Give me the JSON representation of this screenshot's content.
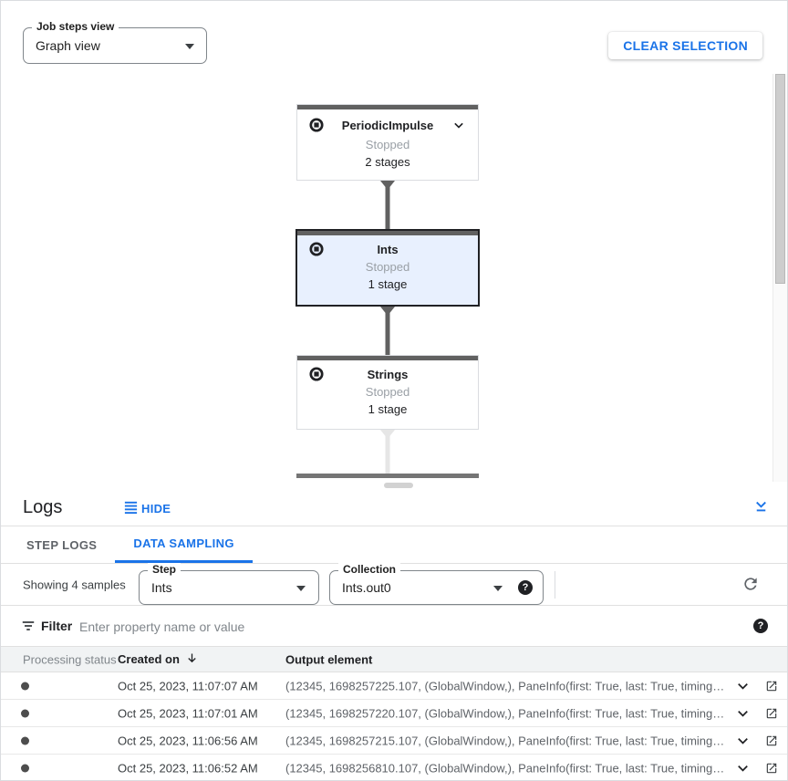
{
  "toolbar": {
    "job_steps_view": {
      "label": "Job steps view",
      "value": "Graph view"
    },
    "clear_selection_label": "CLEAR SELECTION"
  },
  "graph": {
    "nodes": [
      {
        "title": "PeriodicImpulse",
        "status": "Stopped",
        "stages": "2 stages",
        "selected": false,
        "expandable": true
      },
      {
        "title": "Ints",
        "status": "Stopped",
        "stages": "1 stage",
        "selected": true,
        "expandable": false
      },
      {
        "title": "Strings",
        "status": "Stopped",
        "stages": "1 stage",
        "selected": false,
        "expandable": false
      }
    ]
  },
  "logs": {
    "title": "Logs",
    "hide_label": "HIDE",
    "tabs": [
      {
        "label": "STEP LOGS",
        "active": false
      },
      {
        "label": "DATA SAMPLING",
        "active": true
      }
    ],
    "showing_text": "Showing 4 samples",
    "step_select": {
      "label": "Step",
      "value": "Ints"
    },
    "collection_select": {
      "label": "Collection",
      "value": "Ints.out0"
    },
    "filter": {
      "label": "Filter",
      "placeholder": "Enter property name or value"
    },
    "table": {
      "columns": {
        "status": "Processing status",
        "created": "Created on",
        "output": "Output element"
      },
      "rows": [
        {
          "created_on": "Oct 25, 2023, 11:07:07 AM",
          "output_element": "(12345, 1698257225.107, (GlobalWindow,), PaneInfo(first: True, last: True, timing…"
        },
        {
          "created_on": "Oct 25, 2023, 11:07:01 AM",
          "output_element": "(12345, 1698257220.107, (GlobalWindow,), PaneInfo(first: True, last: True, timing…"
        },
        {
          "created_on": "Oct 25, 2023, 11:06:56 AM",
          "output_element": "(12345, 1698257215.107, (GlobalWindow,), PaneInfo(first: True, last: True, timing…"
        },
        {
          "created_on": "Oct 25, 2023, 11:06:52 AM",
          "output_element": "(12345, 1698256810.107, (GlobalWindow,), PaneInfo(first: True, last: True, timing…"
        }
      ]
    }
  },
  "icons": {
    "help_glyph": "?"
  },
  "colors": {
    "accent_blue": "#1a73e8",
    "node_bar_gray": "#616161",
    "selected_node_bg": "#e8f0fe",
    "status_text_gray": "#9aa0a6",
    "border_gray": "#e0e0e0"
  }
}
